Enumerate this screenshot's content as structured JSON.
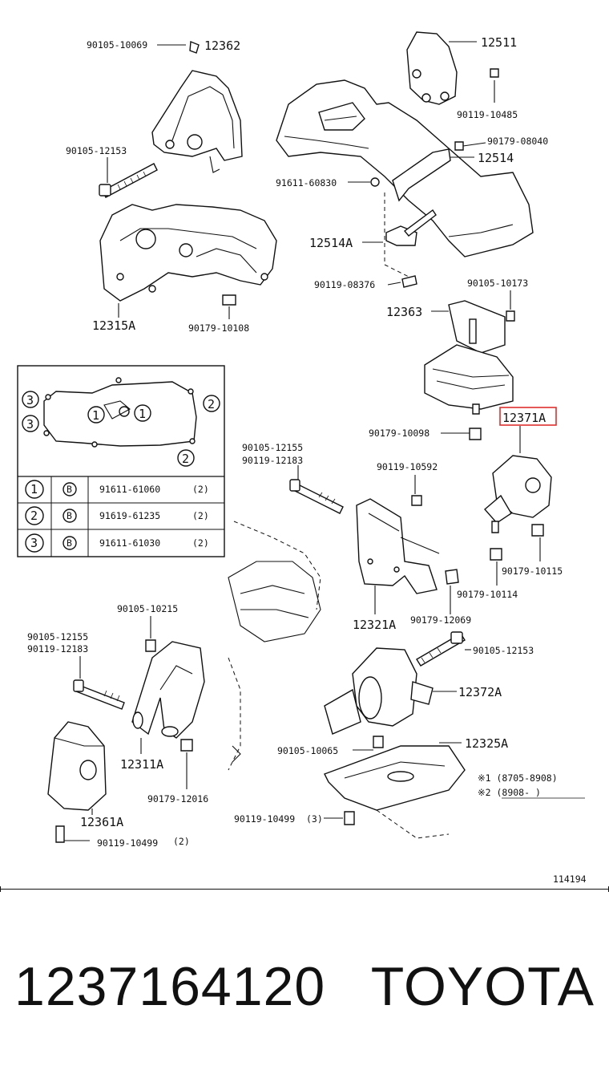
{
  "labels": {
    "p90105_10069": "90105-10069",
    "p12362": "12362",
    "p12511": "12511",
    "p90119_10485": "90119-10485",
    "p90179_08040": "90179-08040",
    "p12514": "12514",
    "p90105_12153_a": "90105-12153",
    "p91611_60830": "91611-60830",
    "p12514A": "12514A",
    "p90119_08376": "90119-08376",
    "p90105_10173": "90105-10173",
    "p12363": "12363",
    "p12315A": "12315A",
    "p90179_10108": "90179-10108",
    "p12371A": "12371A",
    "p90179_10098": "90179-10098",
    "p90105_12155_a": "90105-12155",
    "p90119_12183_a": "90119-12183",
    "p90119_10592": "90119-10592",
    "p90179_10115": "90179-10115",
    "p90179_10114": "90179-10114",
    "p12321A": "12321A",
    "p90179_12069": "90179-12069",
    "p90105_10215": "90105-10215",
    "p90105_12155_b": "90105-12155",
    "p90119_12183_b": "90119-12183",
    "p90105_12153_b": "90105-12153",
    "p12372A": "12372A",
    "p12311A": "12311A",
    "p90105_10065": "90105-10065",
    "p12325A": "12325A",
    "p90179_12016": "90179-12016",
    "p12361A": "12361A",
    "p90119_10499_a": "90119-10499",
    "p90119_10499_a_qty": "(3)",
    "p90119_10499_b": "90119-10499",
    "p90119_10499_b_qty": "(2)",
    "note1": "※1 (8705-8908)",
    "note2": "※2 (8908-      )",
    "drawing_no": "114194"
  },
  "inset": {
    "callouts": {
      "c1": "1",
      "c2": "2",
      "c3": "3"
    },
    "rows": [
      {
        "num": "1",
        "mark": "B",
        "part": "91611-61060",
        "qty": "(2)"
      },
      {
        "num": "2",
        "mark": "B",
        "part": "91619-61235",
        "qty": "(2)"
      },
      {
        "num": "3",
        "mark": "B",
        "part": "91611-61030",
        "qty": "(2)"
      }
    ]
  },
  "footer": {
    "part_number": "1237164120",
    "brand": "TOYOTA"
  },
  "highlight_color": "#e03030"
}
